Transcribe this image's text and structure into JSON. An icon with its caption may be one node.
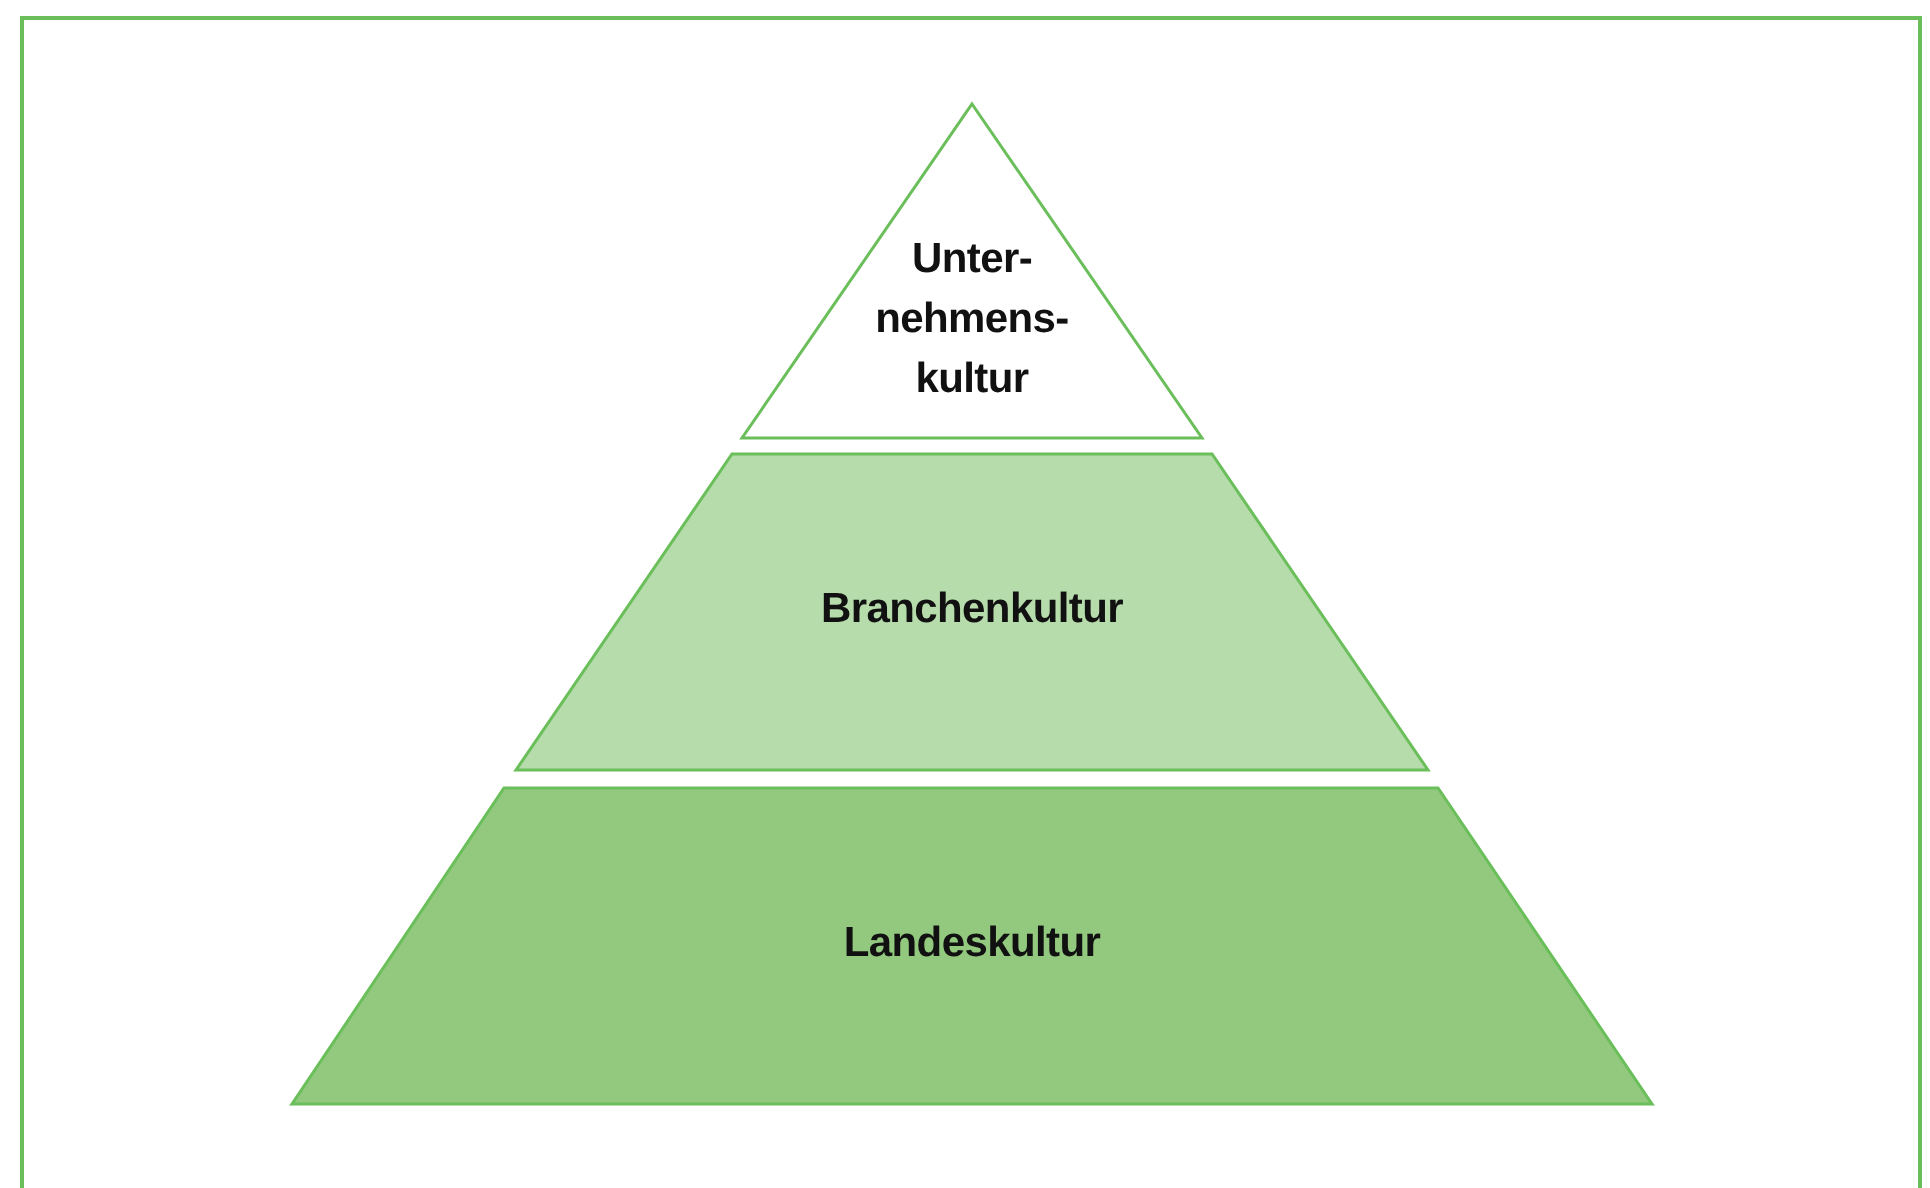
{
  "diagram": {
    "nodes": [
      {
        "text": [
          "Unter- nehmens- kultur"
        ]
      },
      {
        "text": [
          "Branchenkultur"
        ]
      },
      {
        "text": [
          "Landeskultur"
        ]
      }
    ]
  }
}
